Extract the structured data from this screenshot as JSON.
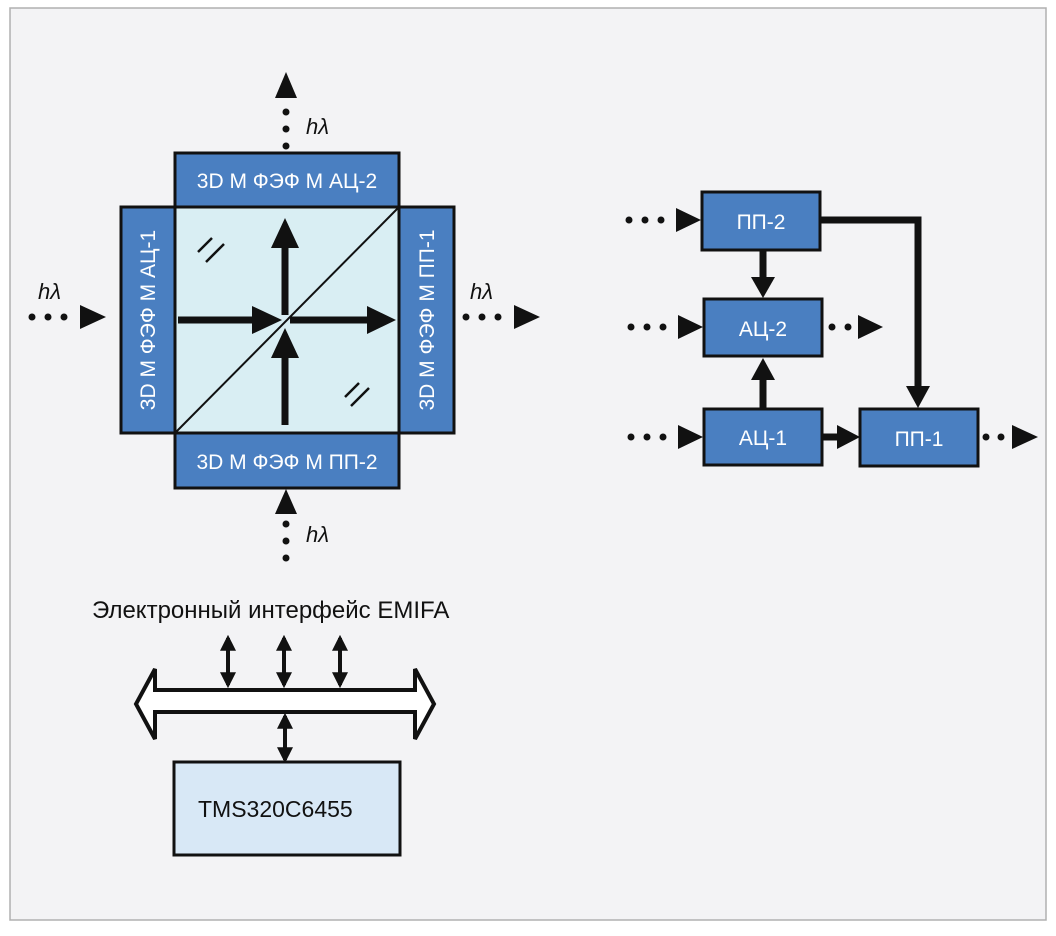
{
  "module": {
    "top_label": "3D М ФЭФ М АЦ-2",
    "bottom_label": "3D М ФЭФ М ПП-2",
    "left_label": "3D М ФЭФ М АЦ-1",
    "right_label": "3D М ФЭФ М ПП-1",
    "photon_label": "hλ"
  },
  "block_diagram": {
    "pp2": "ПП-2",
    "ac2": "АЦ-2",
    "ac1": "АЦ-1",
    "pp1": "ПП-1"
  },
  "interface": {
    "title": "Электронный интерфейс EMIFA",
    "processor": "TMS320C6455"
  },
  "colors": {
    "background": "#f3f3f5",
    "block_fill": "#4a7fc1",
    "cube_fill": "#d9eef3",
    "processor_fill": "#d8e8f6",
    "stroke": "#111111"
  }
}
